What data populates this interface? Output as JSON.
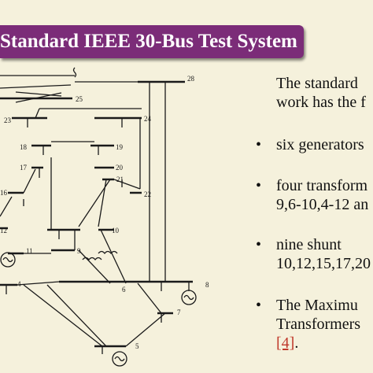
{
  "slide": {
    "title": "Standard IEEE 30-Bus Test System"
  },
  "diagram": {
    "bus_labels": [
      "28",
      "25",
      "23",
      "24",
      "18",
      "19",
      "17",
      "20",
      "21",
      "16",
      "22",
      "12",
      "10",
      "11",
      "9",
      "4",
      "6",
      "8",
      "7",
      "5"
    ],
    "colors": {
      "line": "#1a1a1a",
      "title_bg": "#7b2c78",
      "background": "#f5f1dc",
      "reference": "#c0392b"
    }
  },
  "content": {
    "intro": [
      "The standard",
      "work has the f"
    ],
    "bullets": [
      {
        "lines": [
          "six generators"
        ]
      },
      {
        "lines": [
          "four transform",
          "9,6-10,4-12 an"
        ]
      },
      {
        "lines": [
          "nine shunt",
          "10,12,15,17,20"
        ]
      },
      {
        "lines": [
          "The Maximu",
          "Transformers"
        ],
        "reference": "[4]",
        "suffix": "."
      }
    ]
  }
}
